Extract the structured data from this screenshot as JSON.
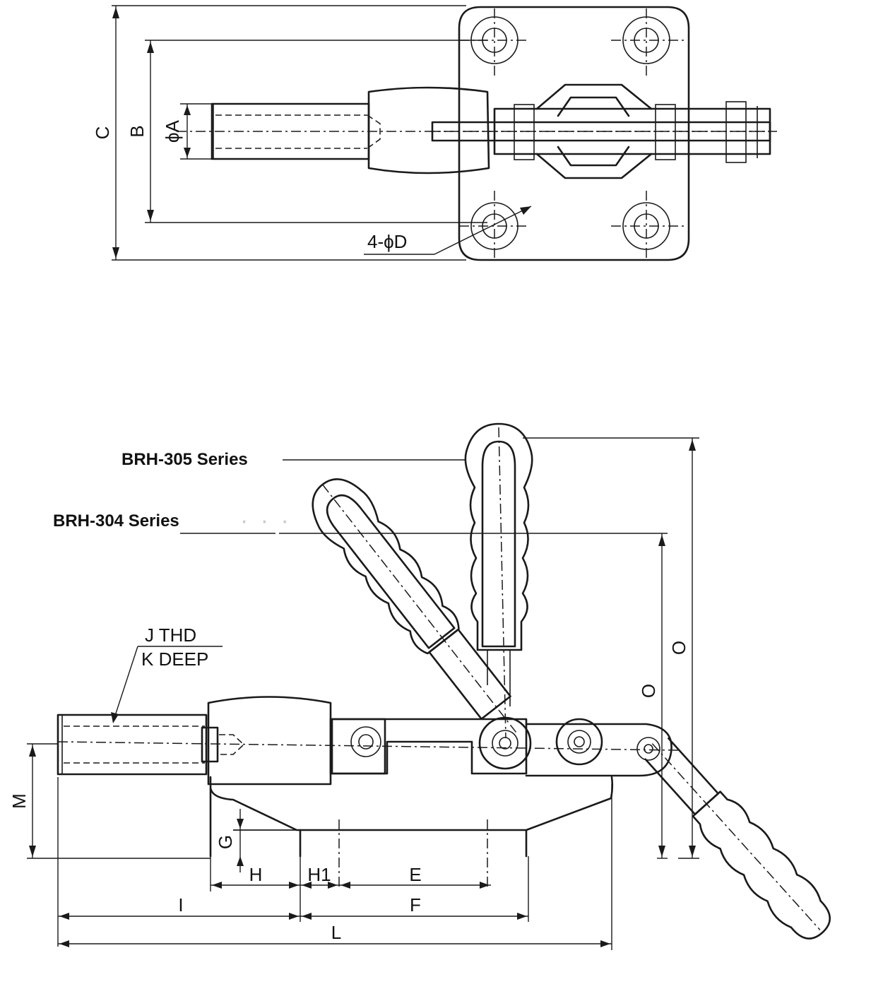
{
  "top_view": {
    "dim_c": "C",
    "dim_b": "B",
    "dim_phi_a": "ϕA",
    "hole_label": "4-ϕD"
  },
  "side_view": {
    "series_305": "BRH-305 Series",
    "series_304": "BRH-304 Series",
    "thread_top": "J  THD",
    "thread_bottom": "K DEEP",
    "dim_o_outer": "O",
    "dim_o_inner": "O",
    "dim_m": "M",
    "dim_g": "G",
    "dim_h": "H",
    "dim_h1": "H1",
    "dim_e": "E",
    "dim_i": "I",
    "dim_f": "F",
    "dim_l": "L"
  }
}
